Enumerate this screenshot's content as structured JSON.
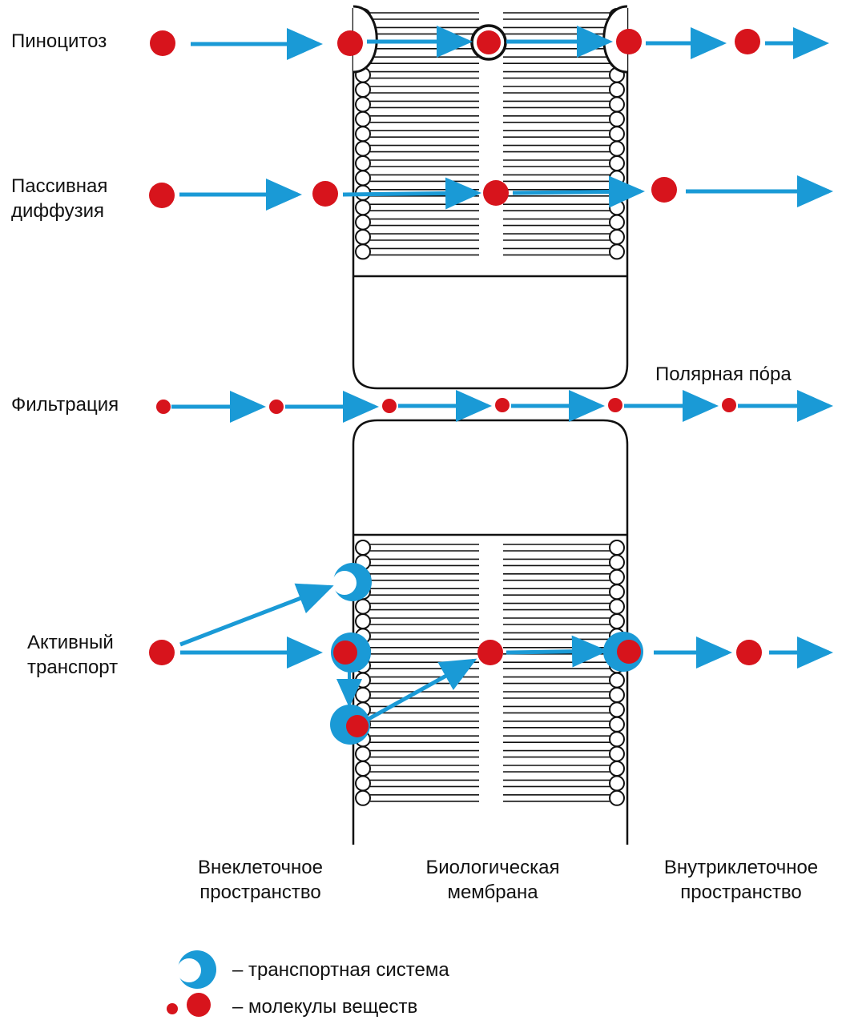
{
  "processes": {
    "pinocytosis": "Пиноцитоз",
    "passive_diffusion": "Пассивная\nдиффузия",
    "filtration": "Фильтрация",
    "active_transport": "Активный\nтранспорт"
  },
  "polar_pore": "Полярная по́ра",
  "regions": {
    "extracellular": "Внеклеточное\nпространство",
    "membrane": "Биологическая\nмембрана",
    "intracellular": "Внутриклеточное\nпространство"
  },
  "legend": {
    "transport_system": "– транспортная система",
    "molecules": "– молекулы веществ"
  },
  "colors": {
    "molecule": "#d7141c",
    "arrow": "#1a9ad6",
    "membrane_line": "#111111"
  }
}
